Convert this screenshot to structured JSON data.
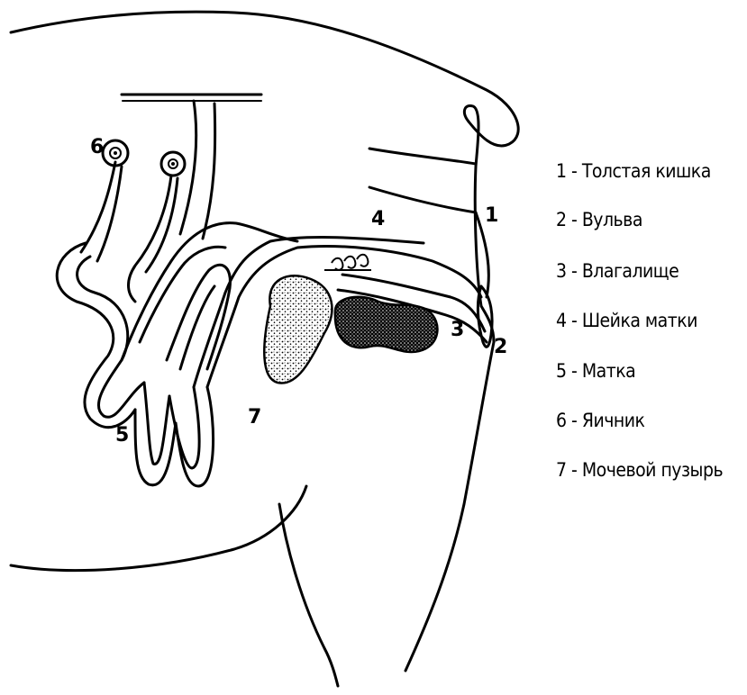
{
  "labels": {
    "n1": "1",
    "n2": "2",
    "n3": "3",
    "n4": "4",
    "n5": "5",
    "n6": "6",
    "n7": "7"
  },
  "legend": [
    "1 - Толстая кишка",
    "2 - Вульва",
    "3 - Влагалище",
    "4 - Шейка матки",
    "5 - Матка",
    "6 - Яичник",
    "7 - Мочевой пузырь"
  ]
}
